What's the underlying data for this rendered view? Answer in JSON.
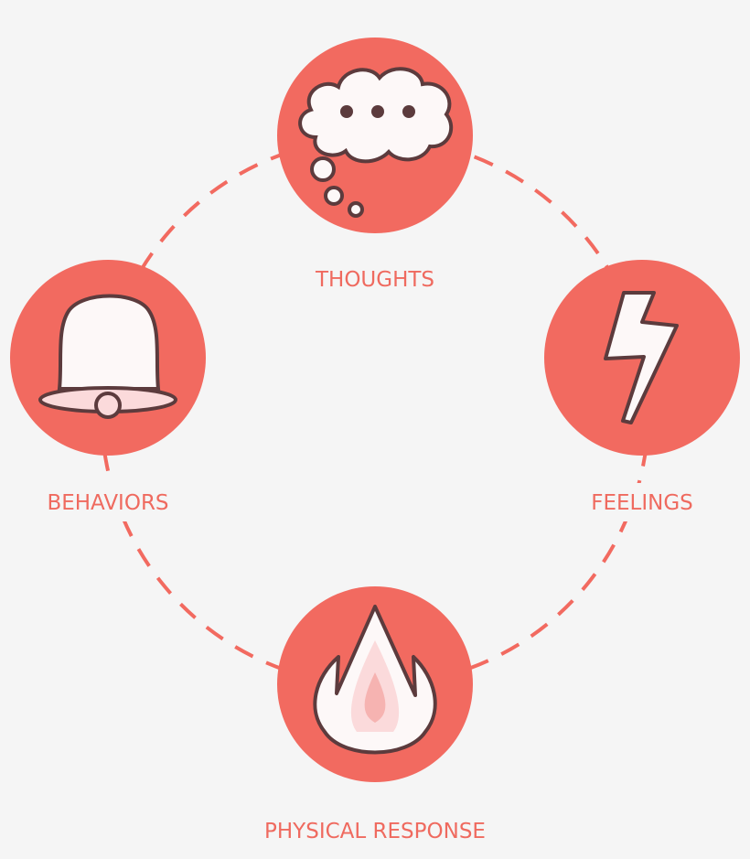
{
  "colors": {
    "background": "#f5f5f5",
    "accent": "#f26a60",
    "outline": "#5c3b3d",
    "fill_light": "#fdf8f8",
    "fill_pink": "#fbdadb",
    "fill_mid": "#f6b3b1"
  },
  "nodes": [
    {
      "label": "THOUGHTS",
      "icon": "thought-bubble-icon"
    },
    {
      "label": "FEELINGS",
      "icon": "lightning-bolt-icon"
    },
    {
      "label": "PHYSICAL RESPONSE",
      "icon": "flame-icon"
    },
    {
      "label": "BEHAVIORS",
      "icon": "bell-icon"
    }
  ]
}
